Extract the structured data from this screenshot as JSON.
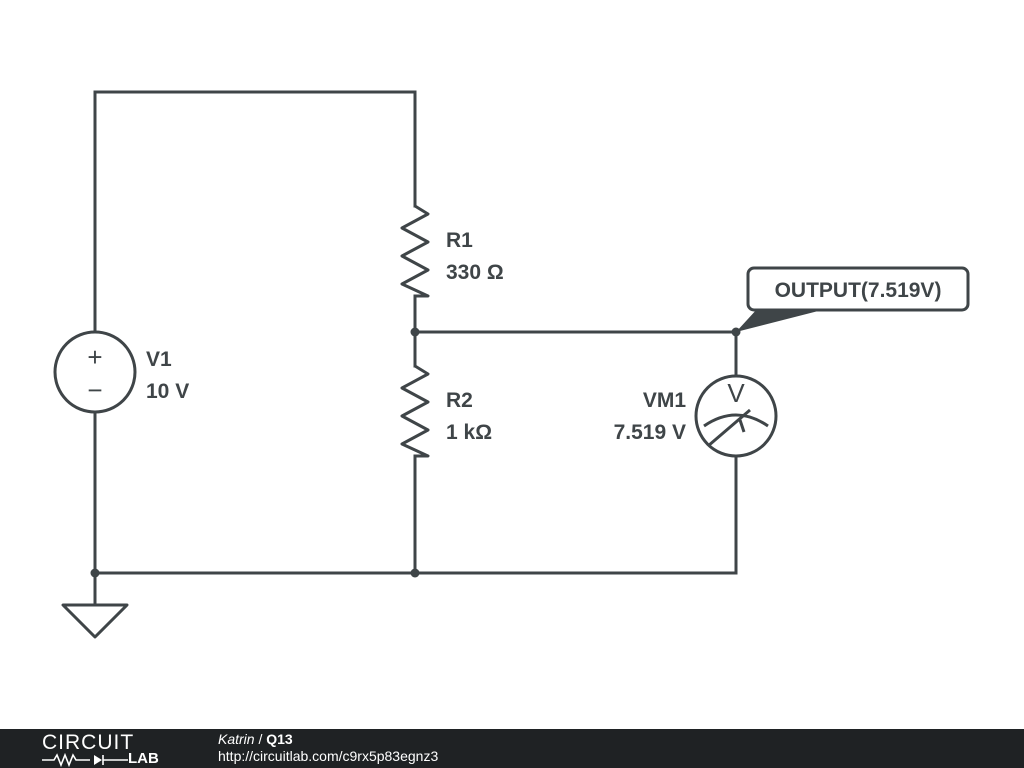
{
  "components": {
    "v1": {
      "name": "V1",
      "value": "10 V",
      "plus": "+",
      "minus": "−"
    },
    "r1": {
      "name": "R1",
      "value": "330 Ω"
    },
    "r2": {
      "name": "R2",
      "value": "1 kΩ"
    },
    "vm1": {
      "name": "VM1",
      "value": "7.519 V",
      "symbol": "V"
    }
  },
  "probe": {
    "label": "OUTPUT(7.519V)"
  },
  "footer": {
    "logo_top": "CIRCUIT",
    "logo_bottom": "LAB",
    "author": "Katrin",
    "separator": " / ",
    "title": "Q13",
    "url": "http://circuitlab.com/c9rx5p83egnz3"
  },
  "colors": {
    "ink": "#3f4548",
    "footer_bg": "#1f2224"
  }
}
